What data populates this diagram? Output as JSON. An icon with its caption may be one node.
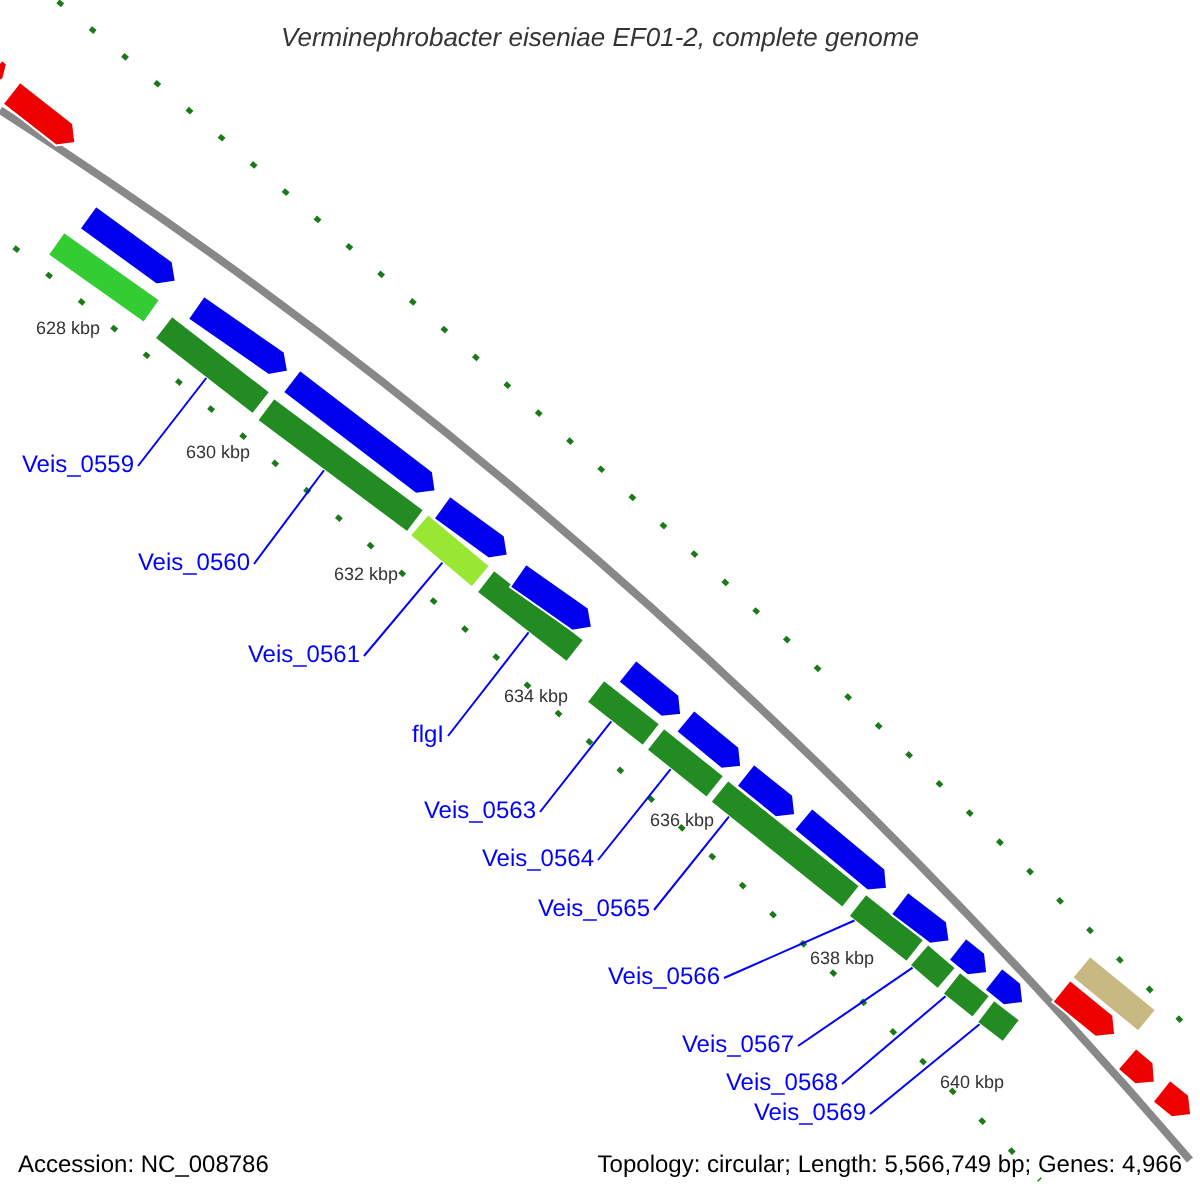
{
  "diagram": {
    "title": "Verminephrobacter eiseniae EF01-2, complete genome",
    "nodes": [
      {
        "text": [
          "Veis_0559"
        ]
      },
      {
        "text": [
          "Veis_0560"
        ]
      },
      {
        "text": [
          "Veis_0561"
        ]
      },
      {
        "text": [
          "flgI"
        ]
      },
      {
        "text": [
          "Veis_0563"
        ]
      },
      {
        "text": [
          "Veis_0564"
        ]
      },
      {
        "text": [
          "Veis_0565"
        ]
      },
      {
        "text": [
          "Veis_0566"
        ]
      },
      {
        "text": [
          "Veis_0567"
        ]
      },
      {
        "text": [
          "Veis_0568"
        ]
      },
      {
        "text": [
          "Veis_0569"
        ]
      },
      {
        "text": [],
        "shape": "bar"
      },
      {
        "text": [],
        "shape": "bar"
      },
      {
        "text": [],
        "shape": "bar"
      },
      {
        "text": [],
        "shape": "bar"
      },
      {
        "text": [],
        "shape": "bar"
      },
      {
        "text": [],
        "shape": "bar"
      },
      {
        "text": [],
        "shape": "bar"
      },
      {
        "text": [],
        "shape": "bar"
      },
      {
        "text": [],
        "shape": "bar"
      },
      {
        "text": [],
        "shape": "bar"
      },
      {
        "text": [],
        "shape": "bar"
      },
      {
        "text": [],
        "shape": "bar"
      },
      {
        "text": [],
        "shape": "bar"
      },
      {
        "text": [],
        "shape": "bar"
      },
      {
        "text": [],
        "shape": "bar"
      },
      {
        "text": [],
        "shape": "bar"
      },
      {
        "text": [],
        "shape": "bar"
      },
      {
        "text": [],
        "shape": "bar"
      },
      {
        "text": [],
        "shape": "bar"
      },
      {
        "text": [],
        "shape": "bar"
      },
      {
        "text": [],
        "shape": "bar"
      },
      {
        "text": [],
        "shape": "bar"
      },
      {
        "text": [],
        "shape": "bar"
      },
      {
        "text": [],
        "shape": "bar"
      },
      {
        "text": [],
        "shape": "bar"
      },
      {
        "text": [],
        "shape": "bar"
      },
      {
        "text": [],
        "shape": "bar"
      },
      {
        "text": [],
        "shape": "bar"
      },
      {
        "text": [],
        "shape": "bar"
      },
      {
        "text": [],
        "shape": "bar"
      }
    ],
    "edges": [
      {
        "from": 0,
        "to": 11,
        "arrow": "none"
      },
      {
        "from": 1,
        "to": 12,
        "arrow": "none"
      },
      {
        "from": 2,
        "to": 13,
        "arrow": "none"
      },
      {
        "from": 3,
        "to": 14,
        "arrow": "none"
      },
      {
        "from": 4,
        "to": 15,
        "arrow": "none"
      },
      {
        "from": 5,
        "to": 16,
        "arrow": "none"
      },
      {
        "from": 6,
        "to": 17,
        "arrow": "none"
      },
      {
        "from": 7,
        "to": 18,
        "arrow": "none"
      },
      {
        "from": 8,
        "to": 19,
        "arrow": "none"
      },
      {
        "from": 9,
        "to": 20,
        "arrow": "none"
      },
      {
        "from": 10,
        "to": 21,
        "arrow": "none"
      }
    ],
    "labels": [
      "628 kbp",
      "630 kbp",
      "632 kbp",
      "634 kbp",
      "636 kbp",
      "638 kbp",
      "640 kbp",
      "Accession: NC_008786",
      "Topology: circular; Length: 5,566,749 bp; Genes: 4,966"
    ]
  }
}
